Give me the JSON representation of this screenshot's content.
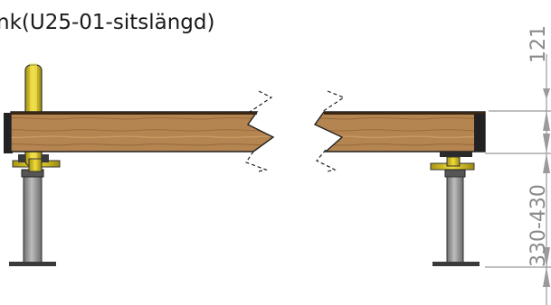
{
  "title": "nk(U25-01-sitslängd)",
  "dimensions": {
    "top": "121",
    "bottom": "330-430"
  },
  "colors": {
    "wood_light": "#b78a52",
    "wood_dark": "#8a5f30",
    "metal_yellow": "#d6c021",
    "pipe_gray": "#9a9a9a",
    "dimension_line": "#9a9a9a"
  }
}
